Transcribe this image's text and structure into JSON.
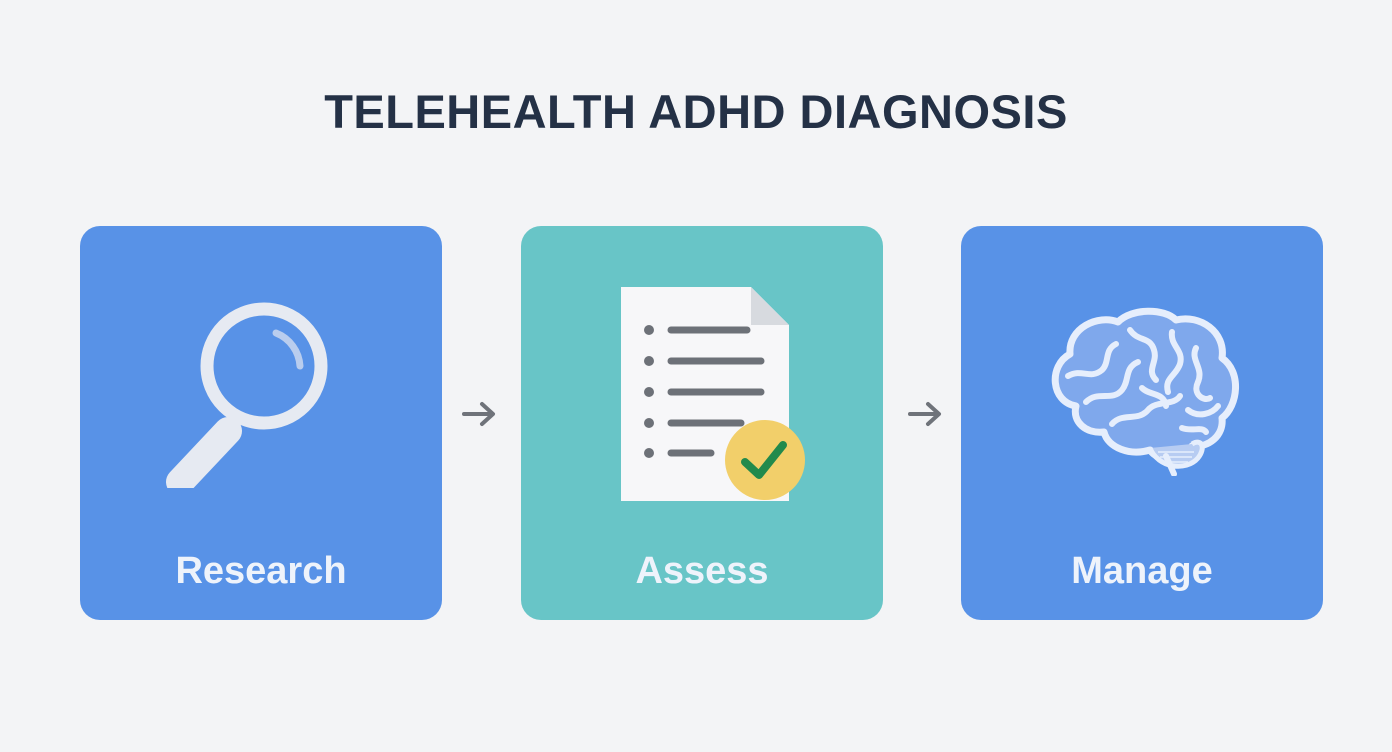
{
  "title": "TELEHEALTH ADHD DIAGNOSIS",
  "steps": [
    {
      "label": "Research",
      "icon": "magnifying-glass-icon",
      "color": "#5892e7"
    },
    {
      "label": "Assess",
      "icon": "checklist-document-icon",
      "color": "#68c5c7"
    },
    {
      "label": "Manage",
      "icon": "brain-icon",
      "color": "#5892e7"
    }
  ],
  "arrow_icon": "arrow-right-icon"
}
